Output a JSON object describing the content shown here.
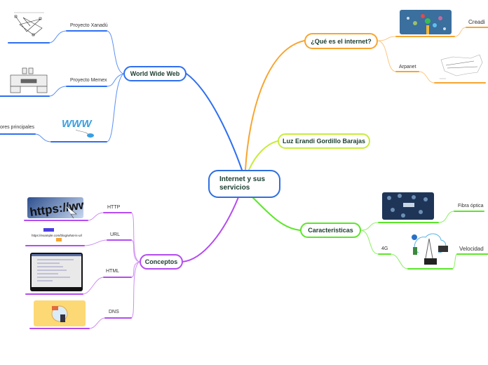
{
  "central": {
    "label": "Internet y sus servicios",
    "color": "#2f6fe0"
  },
  "branches": {
    "www": {
      "label": "World Wide Web",
      "color": "#2f6ff0",
      "children": {
        "xanadu": "Proyecto Xanadú",
        "memex": "Proyecto Memex",
        "principales": "ores principales"
      },
      "images": {
        "xanadu": "hypertext-diagram",
        "memex": "memex-desk",
        "www": "www-mouse"
      }
    },
    "que": {
      "label": "¿Qué es el internet?",
      "color": "#f7a530",
      "children": {
        "creador": "Creadi",
        "arpanet": "Arpanet"
      },
      "images": {
        "network": "network-icons",
        "arpanet": "arpanet-map"
      }
    },
    "autor": {
      "label": "Luz Erandi Gordillo Barajas",
      "color": "#c8ec3c"
    },
    "caract": {
      "label": "Caracteristicas",
      "color": "#5ce62a",
      "children": {
        "fibra": "Fibra óptica",
        "g4": "4G",
        "velocidad": "Velocidad"
      },
      "images": {
        "world": "world-network",
        "wireless": "wireless-devices"
      }
    },
    "conceptos": {
      "label": "Conceptos",
      "color": "#b44cf0",
      "children": {
        "http": "HTTP",
        "url": "URL",
        "html": "HTML",
        "dns": "DNS"
      },
      "images": {
        "http": "https-browser",
        "url": "url-structure",
        "html": "html-editor",
        "dns": "dns-globe"
      }
    }
  }
}
